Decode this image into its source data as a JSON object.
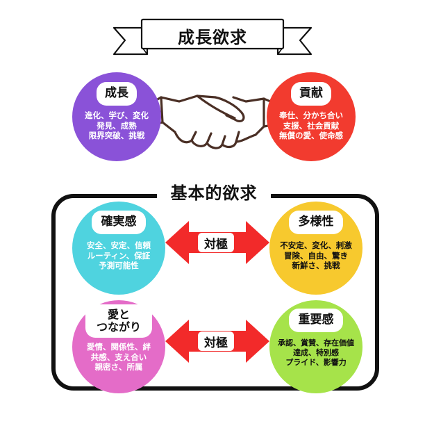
{
  "banner": {
    "title": "成長欲求"
  },
  "growth": {
    "left": {
      "title": "成長",
      "body": "進化、学び、変化\n発見、成熟\n限界突破、挑戦",
      "color": "#8A52D8"
    },
    "right": {
      "title": "貢献",
      "body": "奉仕、分かち合い\n支援、社会貢献\n無償の愛、使命感",
      "color": "#F23B2F"
    }
  },
  "basic": {
    "title": "基本的欲求",
    "top_left": {
      "title": "確実感",
      "body": "安全、安定、信頼\nルーティン、保証\n予測可能性",
      "color": "#4FD3DF"
    },
    "top_right": {
      "title": "多様性",
      "body": "不安定、変化、刺激\n冒険、自由、驚き\n新鮮さ、挑戦",
      "color": "#F7C92E"
    },
    "bottom_left": {
      "title": "愛と\nつながり",
      "body": "愛情、関係性、絆\n共感、支え合い\n親密さ、所属",
      "color": "#E46CC8"
    },
    "bottom_right": {
      "title": "重要感",
      "body": "承認、賞賛、存在価値\n達成、特別感\nプライド、影響力",
      "color": "#A6E34A"
    },
    "arrow_top_label": "対極",
    "arrow_bottom_label": "対極",
    "arrow_color": "#F22A2A"
  }
}
